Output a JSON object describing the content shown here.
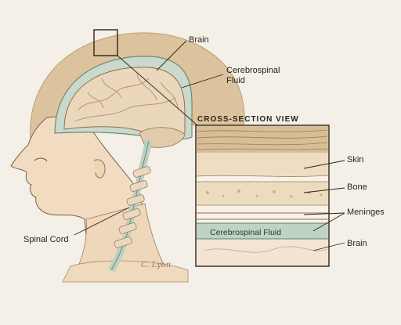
{
  "labels": {
    "brain_top": "Brain",
    "csf_line1": "Cerebrospinal",
    "csf_line2": "Fluid",
    "section_title": "CROSS-SECTION VIEW",
    "skin": "Skin",
    "bone": "Bone",
    "meninges": "Meninges",
    "csf_band": "Cerebrospinal Fluid",
    "brain_bottom": "Brain",
    "spinal_cord": "Spinal Cord"
  },
  "signature": "C. Lyon",
  "colors": {
    "background": "#f4efe7",
    "skin": "#f1dcc2",
    "hair": "#d9bf98",
    "brain": "#e8d4b8",
    "csf": "#bfd3c4",
    "ink": "#3a2e22"
  }
}
